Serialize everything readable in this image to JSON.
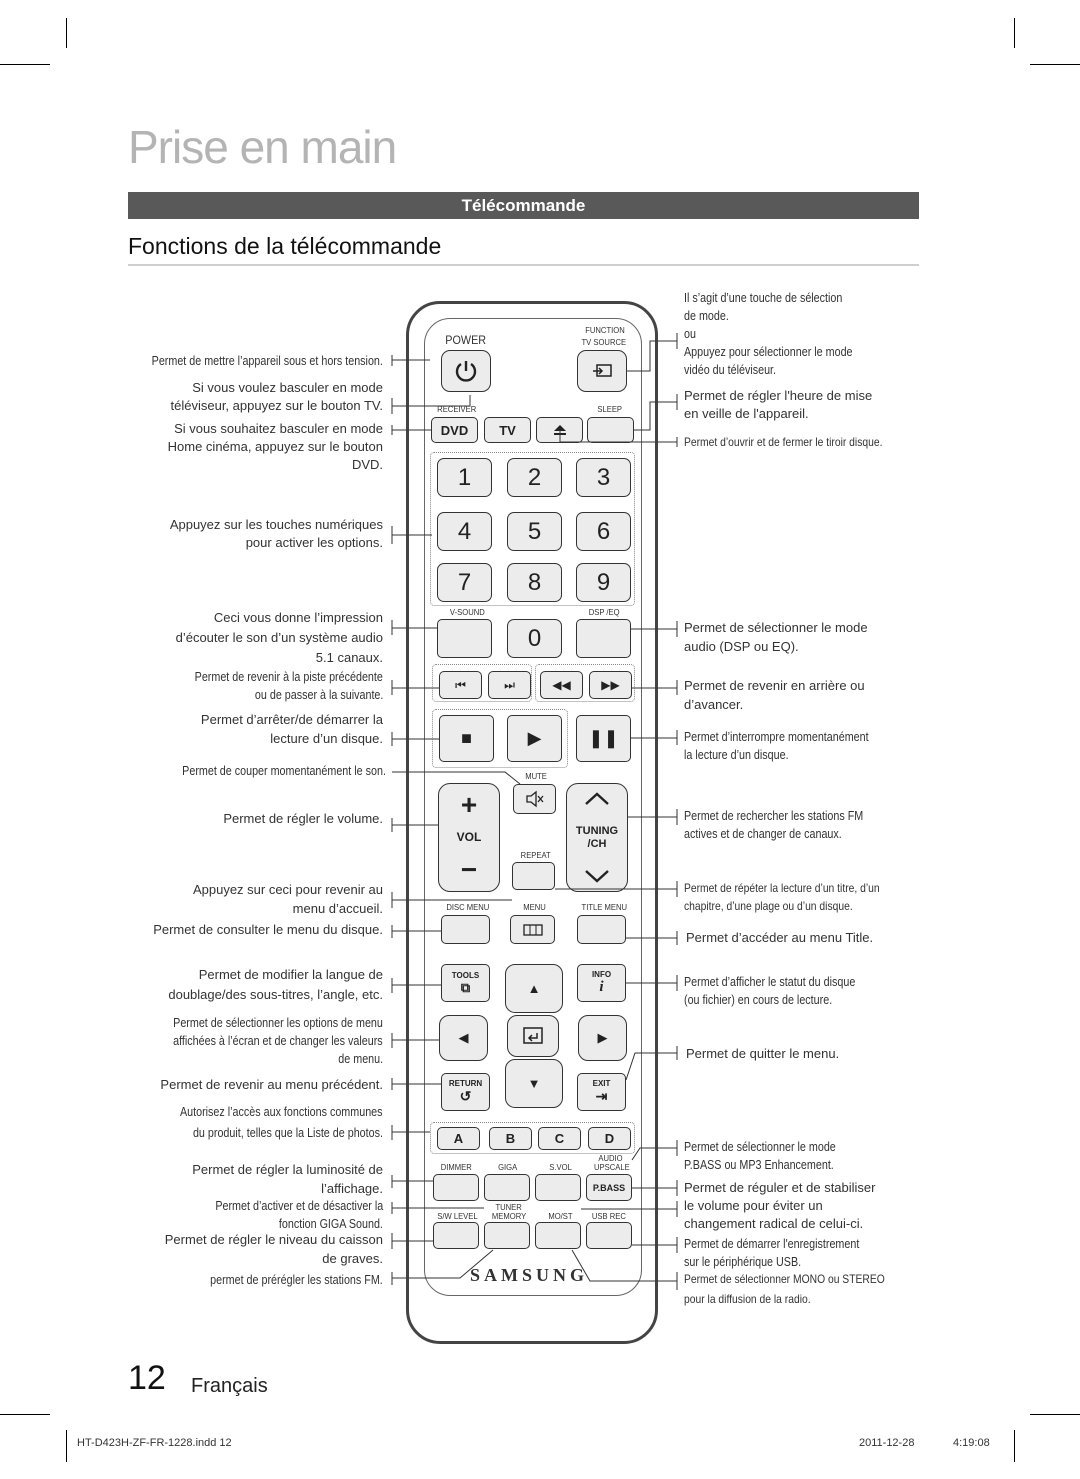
{
  "page": {
    "title": "Prise en main",
    "section": "Télécommande",
    "subheading": "Fonctions de la télécommande",
    "page_number": "12",
    "language": "Français",
    "file_name": "HT-D423H-ZF-FR-1228.indd   12",
    "date": "2011-12-28",
    "time": "4:19:08"
  },
  "left_labels": [
    "Permet de mettre l’appareil sous et hors tension.",
    "Si vous voulez basculer en mode",
    "téléviseur, appuyez sur le bouton TV.",
    "Si vous souhaitez basculer en mode",
    "Home cinéma, appuyez sur le bouton",
    "DVD.",
    "Appuyez sur les touches numériques",
    "pour activer les options.",
    "Ceci vous donne l’impression",
    "d’écouter le son d’un système audio",
    "5.1 canaux.",
    "Permet de revenir à la piste précédente",
    "ou de passer à la suivante.",
    "Permet d’arrêter/de démarrer la",
    "lecture d’un disque.",
    "Permet de couper momentanément le son.",
    "Permet de régler le volume.",
    "Appuyez sur ceci pour revenir au",
    "menu d’accueil.",
    "Permet de consulter le menu du disque.",
    "Permet de modifier la langue de",
    "doublage/des sous-titres, l’angle, etc.",
    "Permet de sélectionner les options de menu",
    "affichées à l’écran et de changer les valeurs",
    "de menu.",
    "Permet de revenir au menu précédent.",
    "Autorisez l’accès aux fonctions communes",
    "du produit, telles que la Liste de photos.",
    "Permet de régler la luminosité de",
    "l’affichage.",
    "Permet d’activer et de désactiver la",
    "fonction GIGA Sound.",
    "Permet de régler le niveau du caisson",
    "de graves.",
    "permet de prérégler les stations FM."
  ],
  "right_labels": [
    "Il s’agit d’une touche de sélection",
    "de mode.",
    "ou",
    "Appuyez pour sélectionner le mode",
    "vidéo du téléviseur.",
    "Permet de régler l'heure de mise",
    "en veille de l'appareil.",
    "Permet d’ouvrir et de fermer le tiroir disque.",
    "Permet de sélectionner le mode",
    "audio (DSP ou EQ).",
    "Permet de revenir en arrière ou",
    "d’avancer.",
    "Permet d’interrompre momentanément",
    "la lecture d’un disque.",
    "Permet de rechercher les stations FM",
    "actives et de changer de canaux.",
    "Permet de répéter la lecture d’un titre, d’un",
    "chapitre, d’une plage ou d’un disque.",
    "Permet d’accéder au menu Title.",
    "Permet d’afficher le statut du disque",
    "(ou fichier) en cours de lecture.",
    "Permet de quitter le menu.",
    "Permet de sélectionner le mode",
    "P.BASS ou MP3 Enhancement.",
    "Permet de réguler et de stabiliser",
    "le volume pour éviter un",
    "changement radical de celui-ci.",
    "Permet de démarrer l'enregistrement",
    "sur le périphérique USB.",
    "Permet de sélectionner MONO ou STEREO",
    "pour la diffusion de la radio."
  ],
  "remote": {
    "power": "POWER",
    "function": "FUNCTION",
    "tv_source": "TV SOURCE",
    "receiver": "RECEIVER",
    "sleep": "SLEEP",
    "dvd": "DVD",
    "tv": "TV",
    "digits": [
      "1",
      "2",
      "3",
      "4",
      "5",
      "6",
      "7",
      "8",
      "9",
      "0"
    ],
    "v_sound": "V-SOUND",
    "dsp_eq": "DSP /EQ",
    "mute": "MUTE",
    "vol": "VOL",
    "tuning": "TUNING",
    "ch": "/CH",
    "repeat": "REPEAT",
    "disc_menu": "DISC MENU",
    "menu": "MENU",
    "title_menu": "TITLE MENU",
    "tools": "TOOLS",
    "info": "INFO",
    "return": "RETURN",
    "exit": "EXIT",
    "a": "A",
    "b": "B",
    "c": "C",
    "d": "D",
    "dimmer": "DIMMER",
    "giga": "GIGA",
    "svol": "S.VOL",
    "audio": "AUDIO",
    "upscale": "UPSCALE",
    "pbass": "P.BASS",
    "sw_level": "S/W LEVEL",
    "tuner": "TUNER",
    "memory": "MEMORY",
    "mo_st": "MO/ST",
    "usb_rec": "USB REC",
    "brand": "SAMSUNG"
  }
}
